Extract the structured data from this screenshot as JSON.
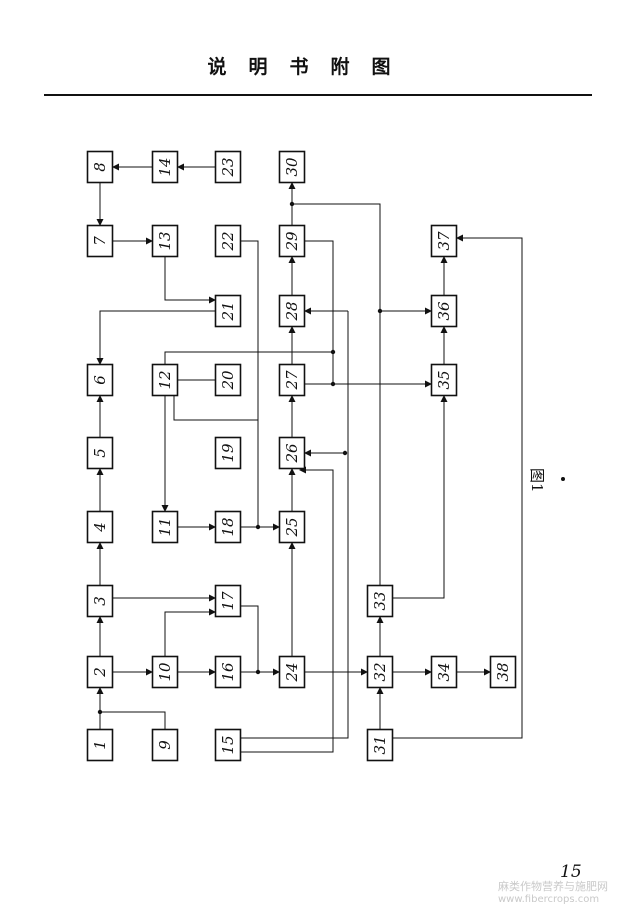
{
  "header": {
    "title": "说明书附图"
  },
  "figure": {
    "label": "图1"
  },
  "page": {
    "number": "15"
  },
  "watermark": {
    "text": "麻类作物营养与施肥网",
    "url": "www.fibercrops.com"
  },
  "blocks": [
    "1",
    "2",
    "3",
    "4",
    "5",
    "6",
    "7",
    "8",
    "9",
    "10",
    "11",
    "12",
    "13",
    "14",
    "15",
    "16",
    "17",
    "18",
    "19",
    "20",
    "21",
    "22",
    "23",
    "24",
    "25",
    "26",
    "27",
    "28",
    "29",
    "30",
    "31",
    "32",
    "33",
    "34",
    "35",
    "36",
    "37",
    "38"
  ]
}
